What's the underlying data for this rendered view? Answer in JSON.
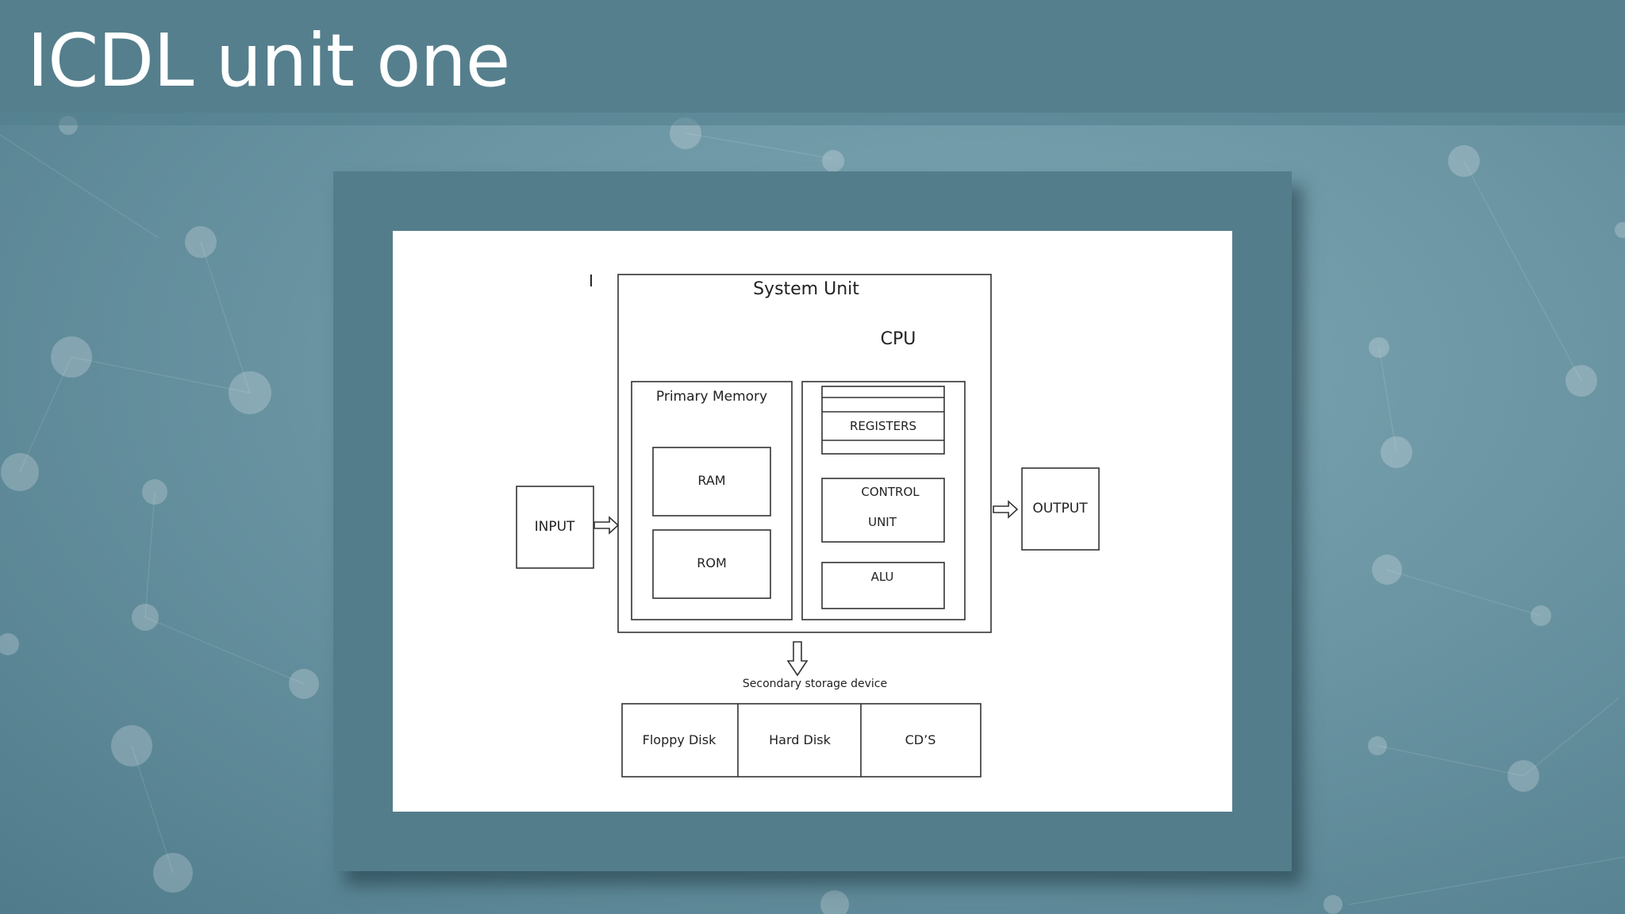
{
  "slide": {
    "title": "ICDL unit one"
  },
  "diagram": {
    "cursor_mark": "I",
    "system_unit_label": "System Unit",
    "cpu_label": "CPU",
    "primary_memory_label": "Primary Memory",
    "ram_label": "RAM",
    "rom_label": "ROM",
    "registers_label": "REGISTERS",
    "control_unit_line1": "CONTROL",
    "control_unit_line2": "UNIT",
    "alu_label": "ALU",
    "input_label": "INPUT",
    "output_label": "OUTPUT",
    "secondary_storage_label": "Secondary storage device",
    "storage_devices": [
      "Floppy Disk",
      "Hard Disk",
      "CD’S"
    ]
  },
  "colors": {
    "title_bar": "#557f8d",
    "frame": "#547d8b",
    "background": "#6b95a3"
  }
}
